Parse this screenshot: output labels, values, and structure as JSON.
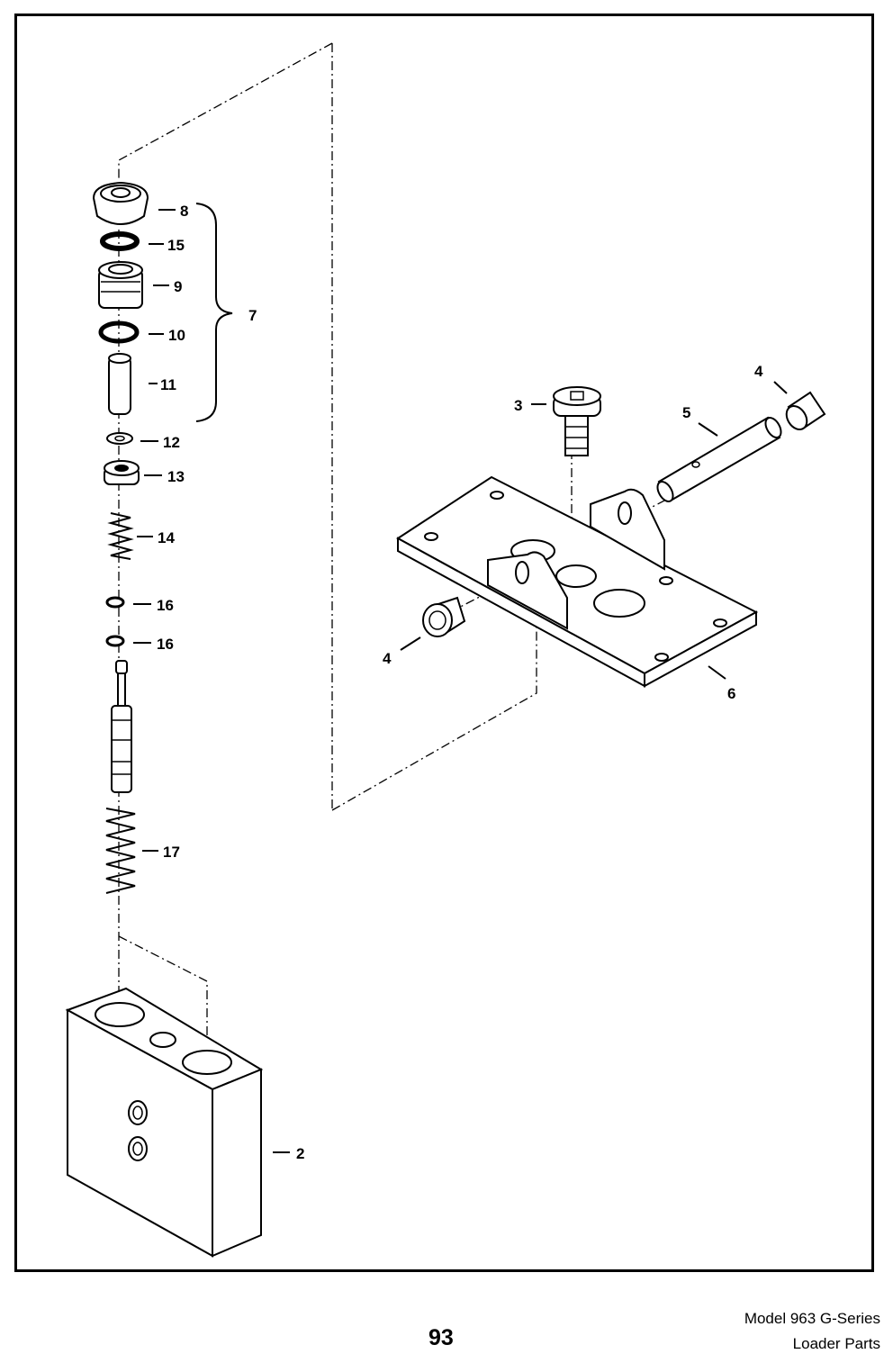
{
  "callouts": {
    "c2": "2",
    "c3": "3",
    "c4a": "4",
    "c4b": "4",
    "c5": "5",
    "c6": "6",
    "c7": "7",
    "c8": "8",
    "c9": "9",
    "c10": "10",
    "c11": "11",
    "c12": "12",
    "c13": "13",
    "c14": "14",
    "c15": "15",
    "c16a": "16",
    "c16b": "16",
    "c17": "17"
  },
  "footer": {
    "page_number": "93",
    "model": "Model 963 G-Series",
    "section": "Loader Parts"
  }
}
